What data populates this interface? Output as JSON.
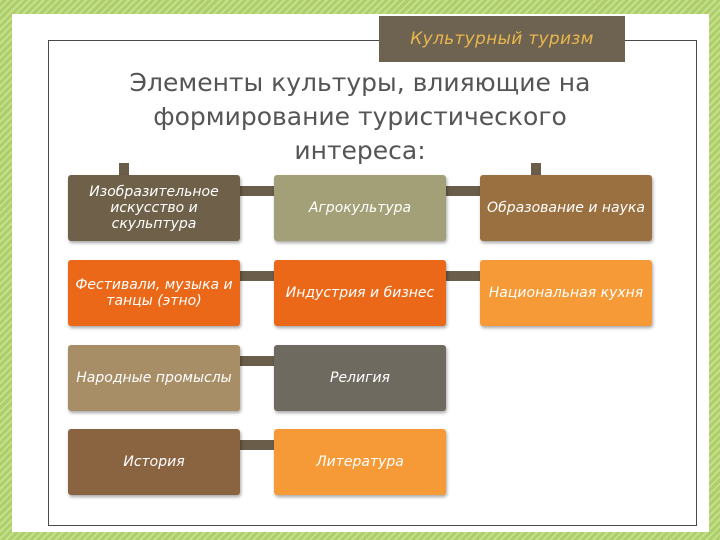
{
  "header": {
    "banner": "Культурный туризм"
  },
  "title": "Элементы культуры, влияющие на формирование туристического интереса:",
  "boxes": {
    "fine_arts": "Изобразительное искусство и скульптура",
    "agroculture": "Агрокультура",
    "education": "Образование и наука",
    "festivals": "Фестивали, музыка и танцы (этно)",
    "industry": "Индустрия и бизнес",
    "cuisine": "Национальная кухня",
    "crafts": "Народные промыслы",
    "religion": "Религия",
    "history": "История",
    "literature": "Литература"
  },
  "colors": {
    "background_green": "#b9d77a",
    "banner_bg": "#6e6351",
    "banner_text": "#e9b64d",
    "box_dark": "#6f6149",
    "box_olive": "#a39f76",
    "box_brown": "#9a7040",
    "box_orange": "#ea6818",
    "box_light_orange": "#f59a36",
    "box_tan": "#a88e67",
    "box_gray": "#6f6a60"
  }
}
